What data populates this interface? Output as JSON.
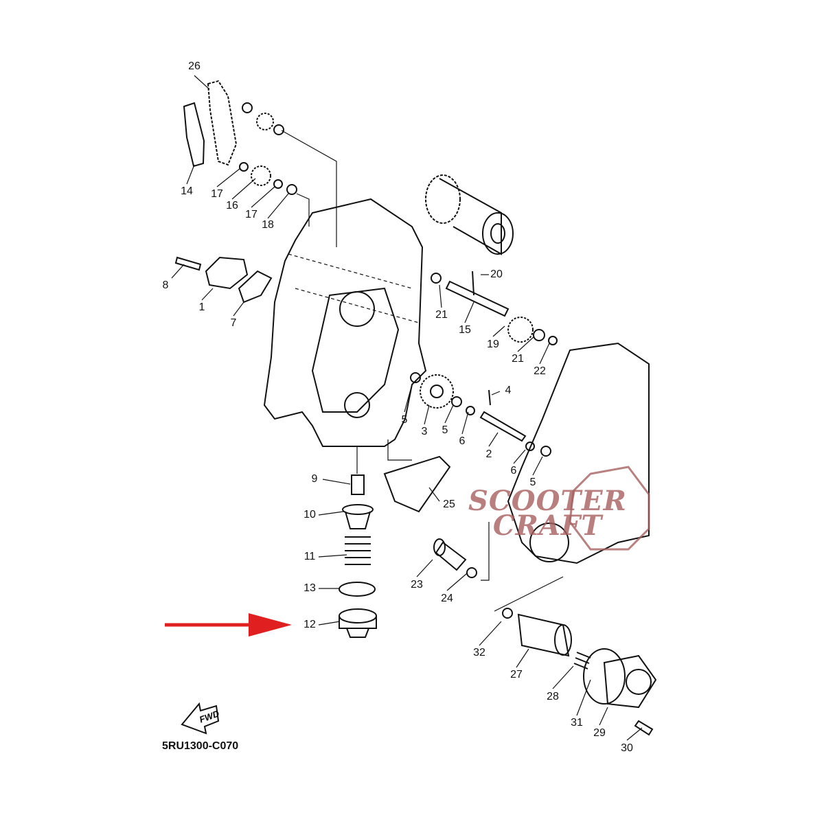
{
  "diagram": {
    "diagram_code": "5RU1300-C070",
    "fwd_label": "FWD",
    "watermark": {
      "line1": "SCOOTER",
      "line2": "CRAFT"
    },
    "highlight_arrow_color": "#e02020",
    "highlighted_part": "12",
    "callouts": [
      "26",
      "14",
      "17",
      "16",
      "17",
      "18",
      "8",
      "1",
      "7",
      "20",
      "21",
      "15",
      "19",
      "21",
      "22",
      "4",
      "5",
      "3",
      "5",
      "6",
      "2",
      "6",
      "5",
      "9",
      "25",
      "10",
      "11",
      "13",
      "23",
      "24",
      "12",
      "32",
      "27",
      "28",
      "31",
      "29",
      "30"
    ]
  }
}
